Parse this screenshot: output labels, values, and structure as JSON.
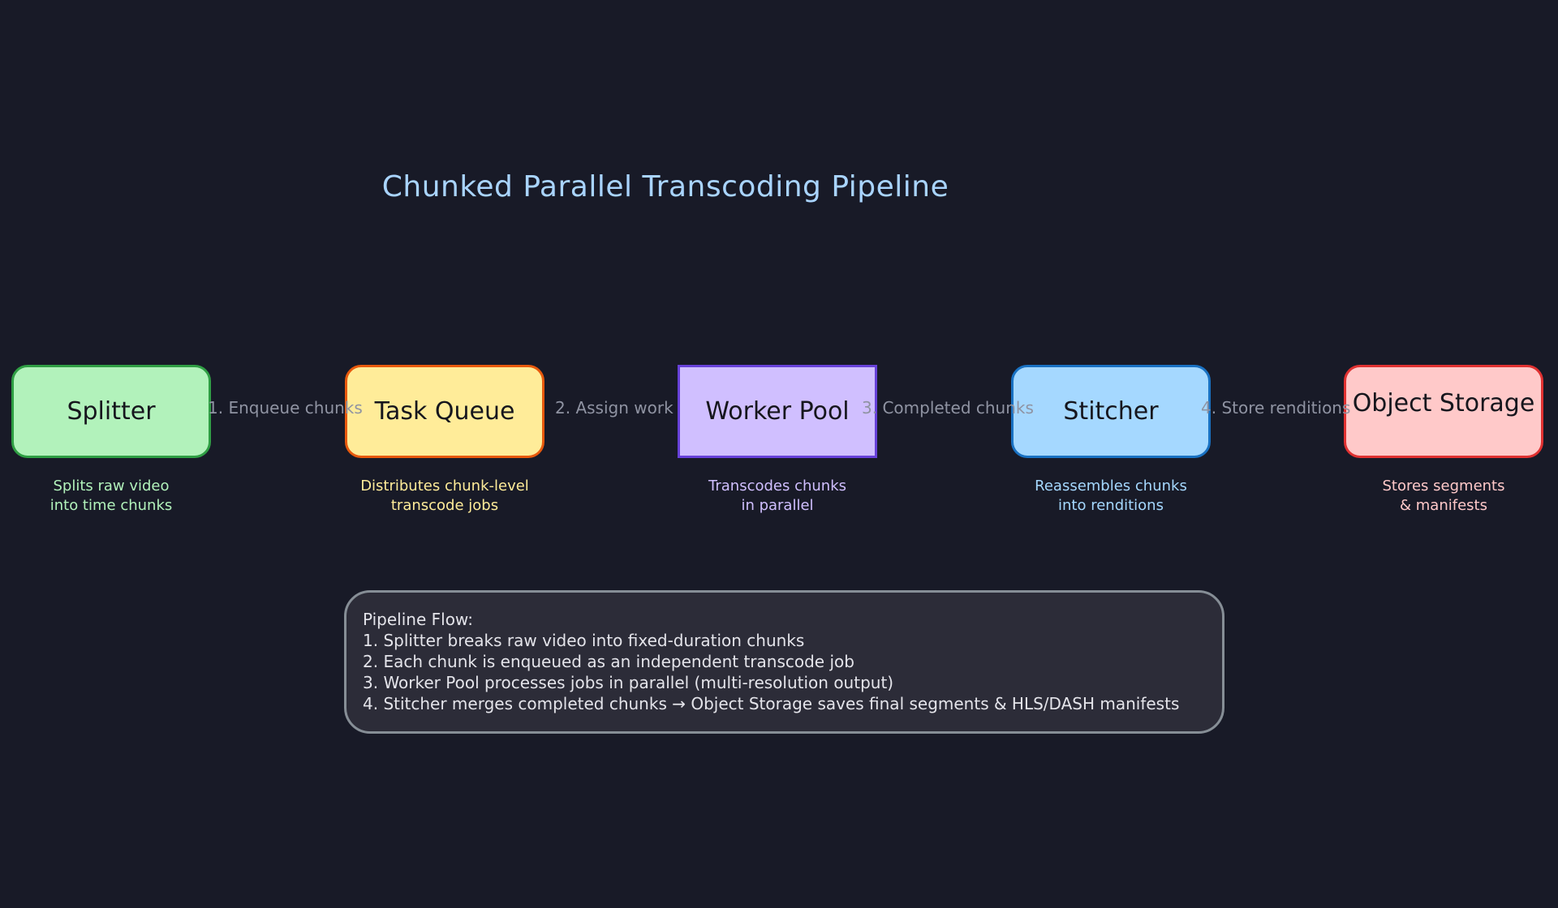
{
  "title": "Chunked Parallel Transcoding Pipeline",
  "nodes": [
    {
      "label": "Splitter",
      "desc": "Splits raw video\ninto time chunks",
      "fill": "#b2f2bb",
      "stroke": "#2f9e44"
    },
    {
      "label": "Task Queue",
      "desc": "Distributes chunk-level\ntranscode jobs",
      "fill": "#ffec99",
      "stroke": "#e8590c"
    },
    {
      "label": "Worker Pool",
      "desc": "Transcodes chunks\nin parallel",
      "fill": "#d0bfff",
      "stroke": "#6741d9"
    },
    {
      "label": "Stitcher",
      "desc": "Reassembles chunks\ninto renditions",
      "fill": "#a5d8ff",
      "stroke": "#1971c2"
    },
    {
      "label": "Object Storage",
      "desc": "Stores segments\n& manifests",
      "fill": "#ffc9c9",
      "stroke": "#e03131"
    }
  ],
  "edges": [
    {
      "label": "1. Enqueue chunks"
    },
    {
      "label": "2. Assign work"
    },
    {
      "label": "3. Completed chunks"
    },
    {
      "label": "4. Store renditions"
    }
  ],
  "flow": {
    "heading": "Pipeline Flow:",
    "steps": [
      "1. Splitter breaks raw video into fixed-duration chunks",
      "2. Each chunk is enqueued as an independent transcode job",
      "3. Worker Pool processes jobs in parallel (multi-resolution output)",
      "4. Stitcher merges completed chunks → Object Storage saves final segments & HLS/DASH manifests"
    ]
  }
}
